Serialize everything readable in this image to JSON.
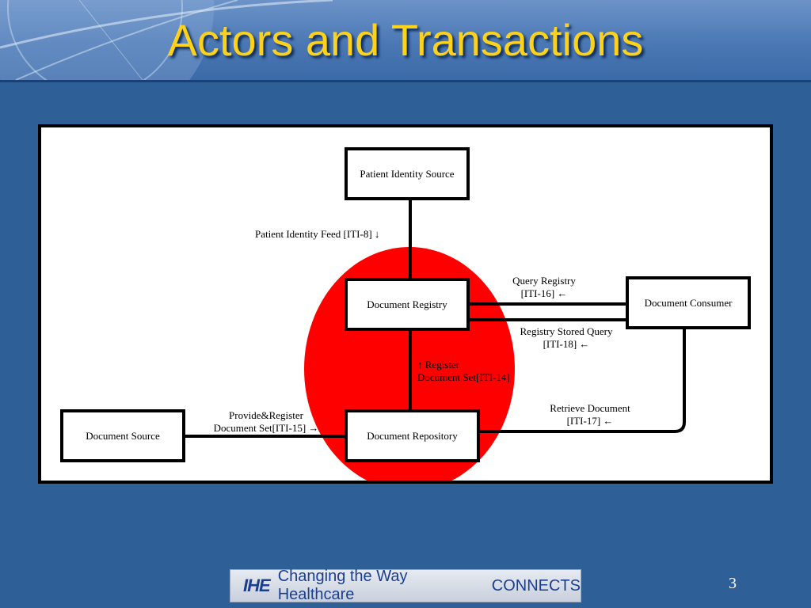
{
  "slide": {
    "title": "Actors and Transactions",
    "page_number": "3"
  },
  "actors": {
    "patient_identity_source": "Patient Identity Source",
    "document_registry": "Document Registry",
    "document_consumer": "Document Consumer",
    "document_source": "Document Source",
    "document_repository": "Document Repository"
  },
  "transactions": {
    "patient_identity_feed": "Patient Identity Feed [ITI-8] ↓",
    "query_registry_line1": "Query Registry",
    "query_registry_line2": "[ITI-16] ←",
    "registry_stored_query_line1": "Registry Stored Query",
    "registry_stored_query_line2": "[ITI-18] ←",
    "register_line1": "↑ Register",
    "register_line2": "Document Set[ITI-14]",
    "provide_register_line1": "Provide&Register",
    "provide_register_line2": "Document Set[ITI-15] →",
    "retrieve_line1": "Retrieve Document",
    "retrieve_line2": "[ITI-17] ←"
  },
  "footer": {
    "logo_mark": "IHE",
    "tagline": "Changing the Way Healthcare",
    "connects": "CONNECTS"
  },
  "colors": {
    "title": "#ffd21a",
    "background": "#2e5f96",
    "highlight_circle": "#ff0000"
  }
}
